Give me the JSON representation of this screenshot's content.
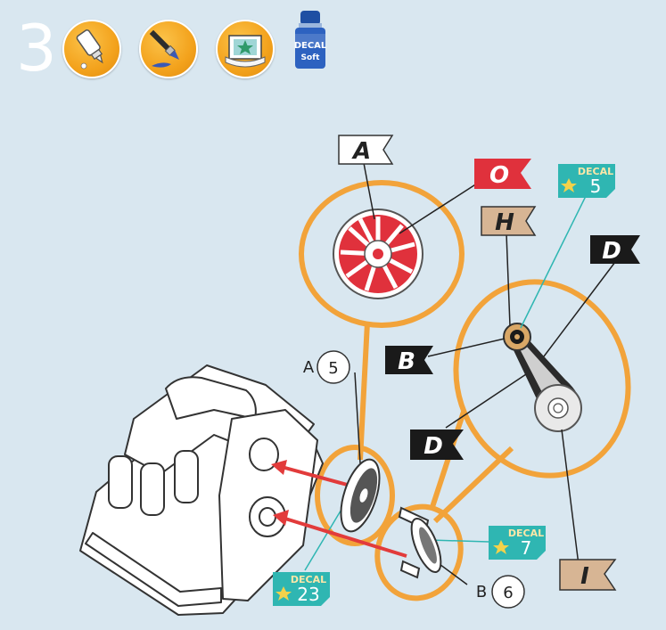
{
  "step": {
    "number": "3"
  },
  "tools": [
    {
      "icon": "glue-bottle-icon"
    },
    {
      "icon": "paint-brush-icon"
    },
    {
      "icon": "decal-tray-icon"
    },
    {
      "icon": "decal-soft-bottle-icon",
      "line1": "DECAL",
      "line2": "Soft"
    }
  ],
  "colors": {
    "background": "#d9e7f0",
    "orange_outline": "#f2a33a",
    "red_flag": "#e0313c",
    "tan_flag": "#d7b594",
    "black_flag": "#1a1a1a",
    "decal_teal": "#2fb6b2",
    "arrow_red": "#e23b3b"
  },
  "flags": {
    "A_top": "A",
    "O": "O",
    "H": "H",
    "D_upper": "D",
    "B": "B",
    "D_lower": "D",
    "I": "I"
  },
  "decals": [
    {
      "title": "DECAL",
      "number": "5"
    },
    {
      "title": "DECAL",
      "number": "7"
    },
    {
      "title": "DECAL",
      "number": "23"
    }
  ],
  "callouts": [
    {
      "letter": "A",
      "number": "5"
    },
    {
      "letter": "B",
      "number": "6"
    }
  ]
}
